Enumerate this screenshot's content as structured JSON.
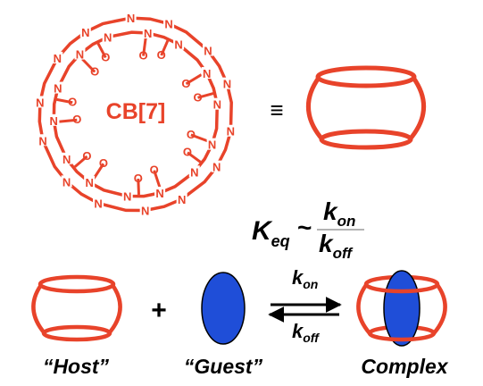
{
  "colors": {
    "accent": "#e8432a",
    "guest_fill": "#1f4ed8",
    "ink": "#000000"
  },
  "cb7": {
    "label": "CB[7]",
    "equiv_symbol": "≡",
    "atoms": {
      "nitrogen": "N",
      "oxygen": "O"
    },
    "units": 7
  },
  "equation": {
    "lhs_symbol": "K",
    "lhs_sub": "eq",
    "approx": "~",
    "num_symbol": "k",
    "num_sub": "on",
    "den_symbol": "k",
    "den_sub": "off"
  },
  "reaction": {
    "plus": "+",
    "forward_symbol": "k",
    "forward_sub": "on",
    "reverse_symbol": "k",
    "reverse_sub": "off",
    "host_label": "“Host”",
    "guest_label": "“Guest”",
    "complex_label": "Complex"
  }
}
